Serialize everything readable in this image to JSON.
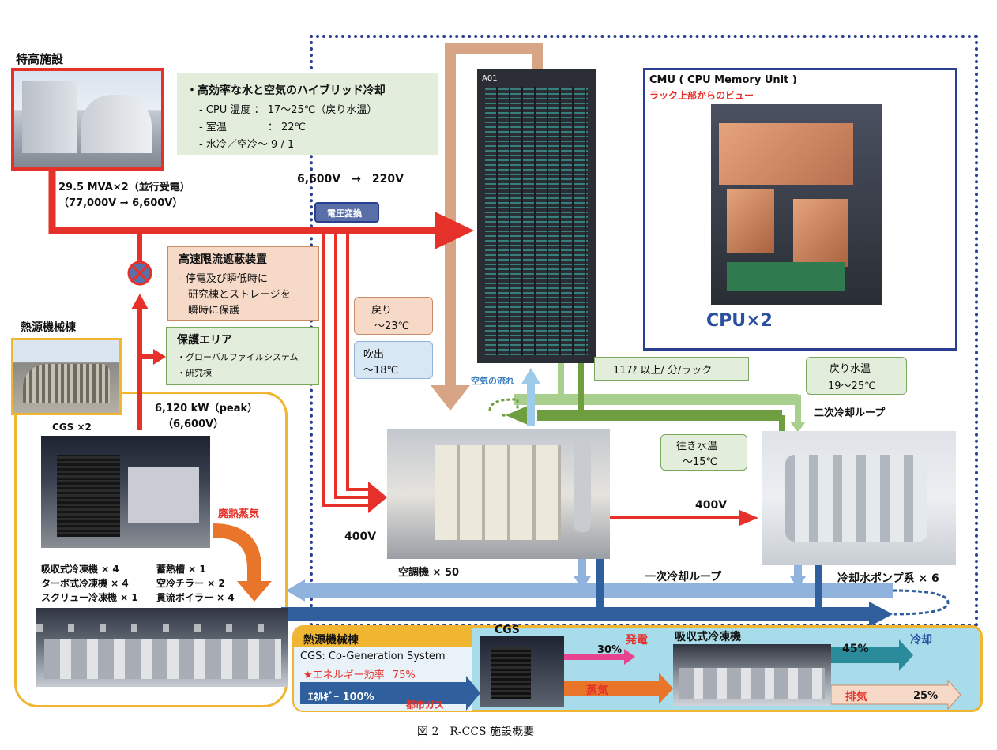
{
  "facility": {
    "tokko_title": "特高施設",
    "power_line1": "29.5 MVA×2（並行受電）",
    "power_line2": "（77,000V → 6,600V）",
    "voltage_top": "6,600V　→　220V",
    "transformer": "電圧変換",
    "breaker": {
      "title": "高速限流遮蔽装置",
      "lines": [
        "- 停電及び瞬低時に",
        "研究棟とストレージを",
        "瞬時に保護"
      ]
    },
    "protect": {
      "title": "保護エリア",
      "lines": [
        "・グローバルファイルシステム",
        "・研究棟"
      ]
    },
    "netsugen_title": "熱源機械棟",
    "cgs_power_line1": "6,120 kW（peak）",
    "cgs_power_line2": "（6,600V）",
    "cgs_count": "CGS ×2",
    "waste_steam": "廃熱蒸気",
    "equipment": {
      "col1": [
        "吸収式冷凍機 × 4",
        "ターボ式冷凍機 × 4",
        "スクリュー冷凍機 × 1"
      ],
      "col2": [
        "蓄熱槽 × 1",
        "空冷チラー × 2",
        "貫流ボイラー × 4"
      ]
    },
    "v400_left": "400V",
    "v400_right": "400V"
  },
  "cooling": {
    "hybrid_title": "・高効率な水と空気のハイブリッド冷却",
    "hybrid_lines": [
      "- CPU 温度 ： 17～25℃（戻り水温）",
      "- 室温　　　　： 22℃",
      "- 水冷／空冷～ 9 / 1"
    ],
    "return_air_1": "戻り",
    "return_air_2": "～23℃",
    "supply_air_1": "吹出",
    "supply_air_2": "～18℃",
    "air_flow": "空気の流れ",
    "flow_rate": "117ℓ 以上/ 分/ラック",
    "return_water_1": "戻り水温",
    "return_water_2": "19～25℃",
    "secondary_loop": "二次冷却ループ",
    "supply_water_1": "往き水温",
    "supply_water_2": "～15℃",
    "ahu": "空調機 × 50",
    "primary_loop": "一次冷却ループ",
    "pump": "冷却水ポンプ系 × 6"
  },
  "cmu": {
    "title": "CMU ( CPU Memory Unit )",
    "subtitle": "ラック上部からのビュー",
    "cpu": "CPU×2",
    "rack_label": "A01"
  },
  "bottom": {
    "title": "熱源機械棟",
    "cgs_full": "CGS: Co-Generation System",
    "efficiency": "★エネルギー効率",
    "efficiency_val": "75%",
    "energy": "ｴﾈﾙｷﾞｰ 100%",
    "city_gas": "都市ガス",
    "cgs": "CGS",
    "power_pct": "30%",
    "power": "発電",
    "steam": "蒸気",
    "absorber": "吸収式冷凍機",
    "cool_pct": "45%",
    "cool": "冷却",
    "exhaust": "排気",
    "exhaust_pct": "25%"
  },
  "caption": "図 2　R-CCS 施設概要"
}
